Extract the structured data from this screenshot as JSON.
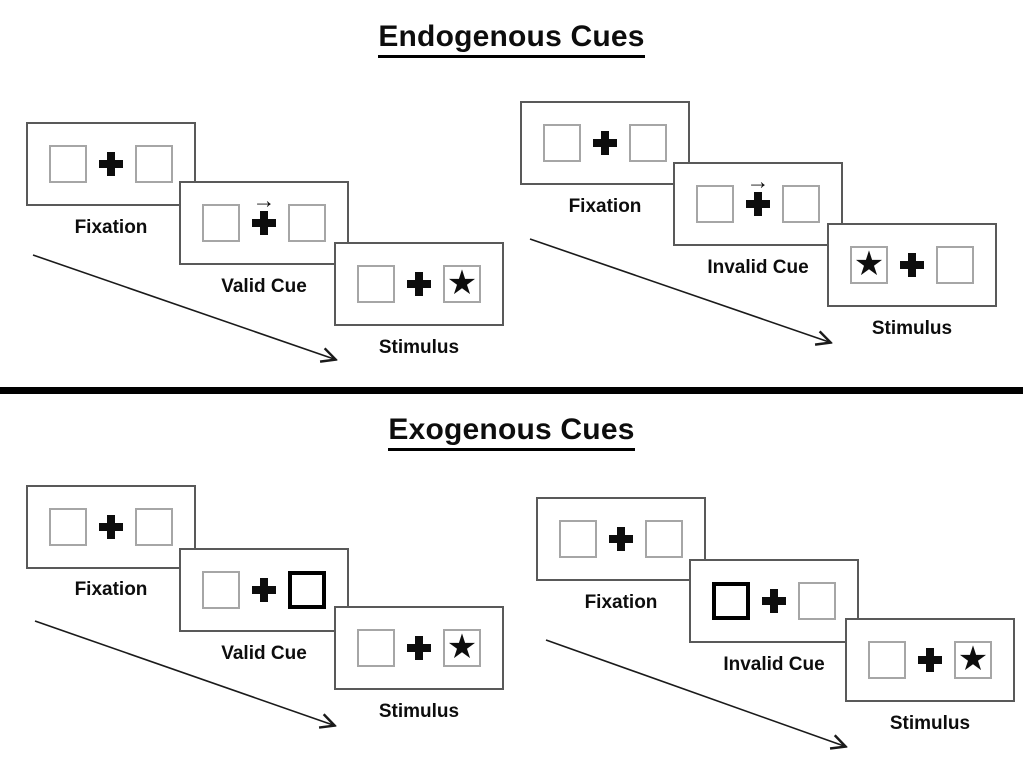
{
  "page": {
    "background": "#ffffff"
  },
  "glyphs": {
    "fixation_cross": "✚",
    "stimulus_star": "★",
    "cue_arrow": "→"
  },
  "colors": {
    "panel_border": "#595959",
    "box_border": "#a6a6a6",
    "highlight_border": "#000000",
    "divider": "#000000",
    "ink": "#0d0d0d",
    "timeline_arrow": "#1a1a1a"
  },
  "sections": [
    {
      "title": "Endogenous Cues",
      "sequences": [
        {
          "name": "valid",
          "steps": [
            {
              "label": "Fixation",
              "left_box": "empty",
              "right_box": "empty",
              "center": "cross"
            },
            {
              "label": "Valid Cue",
              "left_box": "empty",
              "right_box": "empty",
              "center": "cross-with-right-arrow"
            },
            {
              "label": "Stimulus",
              "left_box": "empty",
              "right_box": "star",
              "center": "cross"
            }
          ]
        },
        {
          "name": "invalid",
          "steps": [
            {
              "label": "Fixation",
              "left_box": "empty",
              "right_box": "empty",
              "center": "cross"
            },
            {
              "label": "Invalid Cue",
              "left_box": "empty",
              "right_box": "empty",
              "center": "cross-with-right-arrow"
            },
            {
              "label": "Stimulus",
              "left_box": "star",
              "right_box": "empty",
              "center": "cross"
            }
          ]
        }
      ]
    },
    {
      "title": "Exogenous Cues",
      "sequences": [
        {
          "name": "valid",
          "steps": [
            {
              "label": "Fixation",
              "left_box": "empty",
              "right_box": "empty",
              "center": "cross"
            },
            {
              "label": "Valid Cue",
              "left_box": "empty",
              "right_box": "highlighted",
              "center": "cross"
            },
            {
              "label": "Stimulus",
              "left_box": "empty",
              "right_box": "star",
              "center": "cross"
            }
          ]
        },
        {
          "name": "invalid",
          "steps": [
            {
              "label": "Fixation",
              "left_box": "empty",
              "right_box": "empty",
              "center": "cross"
            },
            {
              "label": "Invalid Cue",
              "left_box": "highlighted",
              "right_box": "empty",
              "center": "cross"
            },
            {
              "label": "Stimulus",
              "left_box": "empty",
              "right_box": "star",
              "center": "cross"
            }
          ]
        }
      ]
    }
  ]
}
